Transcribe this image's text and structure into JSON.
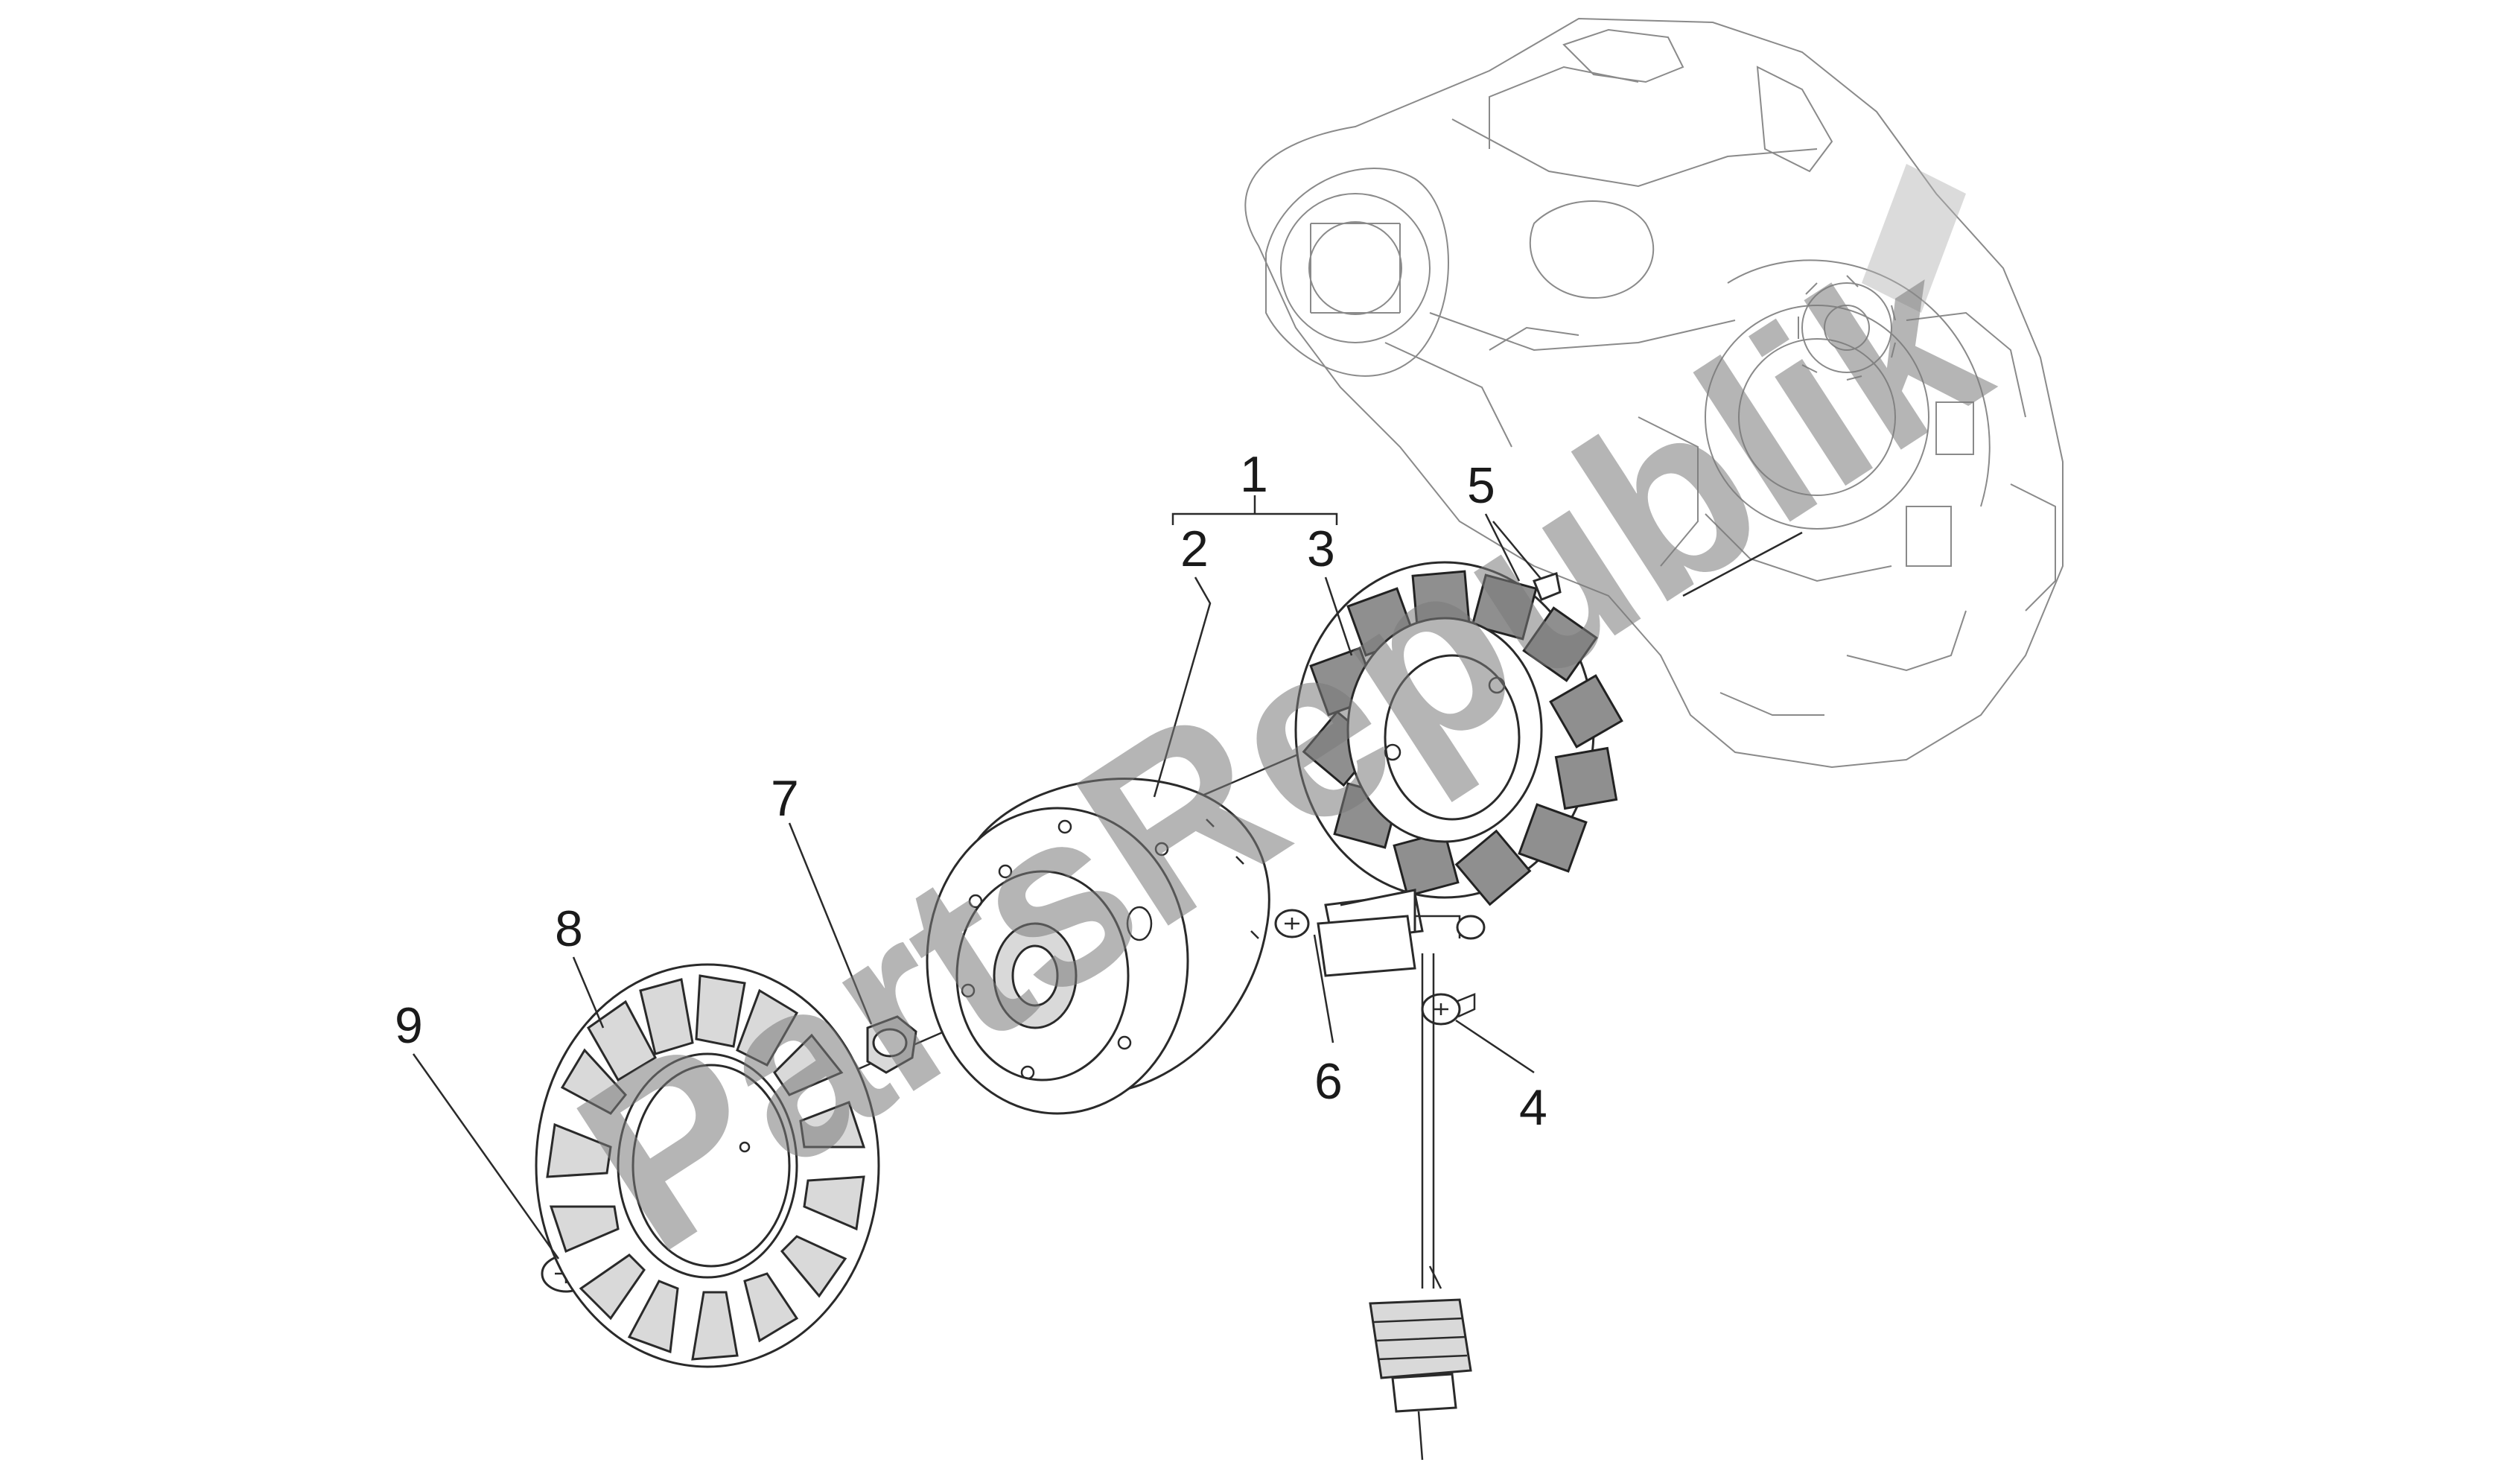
{
  "labels": {
    "p1": "1",
    "p2": "2",
    "p3": "3",
    "p4": "4",
    "p5": "5",
    "p6": "6",
    "p7": "7",
    "p8": "8",
    "p9": "9"
  },
  "watermark": {
    "text": "PartsRepublik"
  },
  "colors": {
    "line": "#2a2a2a",
    "watermark": "#7a7a7a"
  }
}
